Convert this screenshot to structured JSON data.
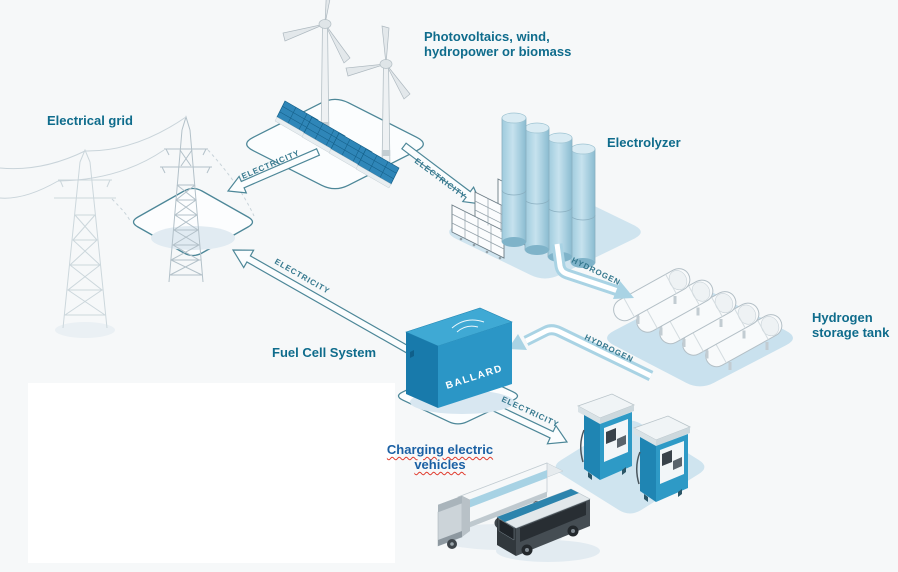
{
  "colors": {
    "background": "#f6f8f9",
    "label_teal": "#0f6c8c",
    "label_blue": "#1a60a4",
    "flow_text_teal": "#35788e",
    "electricity_arrow_outline": "#4d8798",
    "hydrogen_arrow_fill": "#a9d3e4",
    "platform_blue": "#cfe4ef",
    "ballard_blue": "#2b96c6",
    "squiggle_red": "#e03a2c"
  },
  "nodes": {
    "electrical_grid": {
      "label": "Electrical grid"
    },
    "renewables": {
      "label_lines": [
        "Photovoltaics, wind,",
        "hydropower or biomass"
      ]
    },
    "electrolyzer": {
      "label": "Electrolyzer"
    },
    "hydrogen_storage": {
      "label_lines": [
        "Hydrogen",
        "storage tank"
      ]
    },
    "fuel_cell": {
      "label": "Fuel Cell System",
      "brand": "BALLARD"
    },
    "charging": {
      "label_lines": [
        "Charging electric",
        "vehicles"
      ]
    }
  },
  "flows": [
    {
      "from": "renewables",
      "to": "electrical_grid",
      "label": "ELECTRICITY"
    },
    {
      "from": "renewables",
      "to": "electrolyzer",
      "label": "ELECTRICITY"
    },
    {
      "from": "electrolyzer",
      "to": "hydrogen_storage",
      "label": "HYDROGEN"
    },
    {
      "from": "hydrogen_storage",
      "to": "fuel_cell",
      "label": "HYDROGEN"
    },
    {
      "from": "fuel_cell",
      "to": "electrical_grid",
      "label": "ELECTRICITY"
    },
    {
      "from": "fuel_cell",
      "to": "charging",
      "label": "ELECTRICITY"
    }
  ]
}
